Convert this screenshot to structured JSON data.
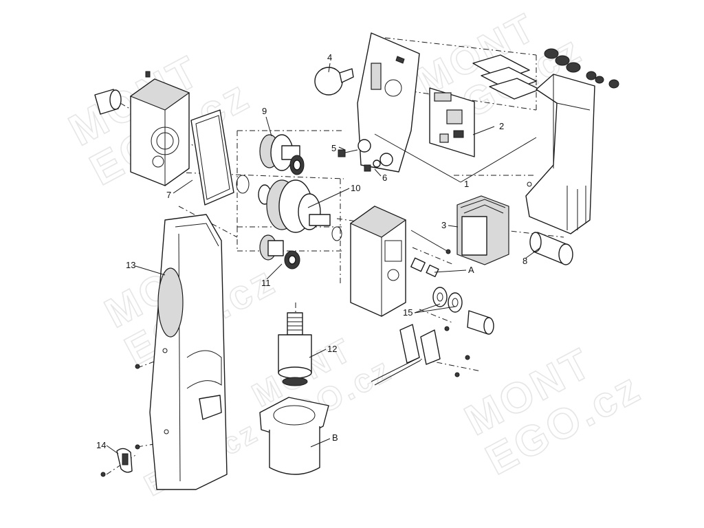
{
  "callouts": {
    "c1": "1",
    "c2": "2",
    "c3": "3",
    "c4": "4",
    "c5": "5",
    "c6": "6",
    "c7": "7",
    "c8": "8",
    "c9": "9",
    "c10": "10",
    "c11": "11",
    "c12": "12",
    "c13": "13",
    "c14": "14",
    "c15": "15",
    "cA": "A",
    "cB": "B"
  },
  "watermark": {
    "line1": "MONT",
    "line2": "EGO.cz"
  },
  "colors": {
    "line": "#1a1a1a",
    "watermark": "#e6e6e6",
    "background": "#ffffff"
  }
}
